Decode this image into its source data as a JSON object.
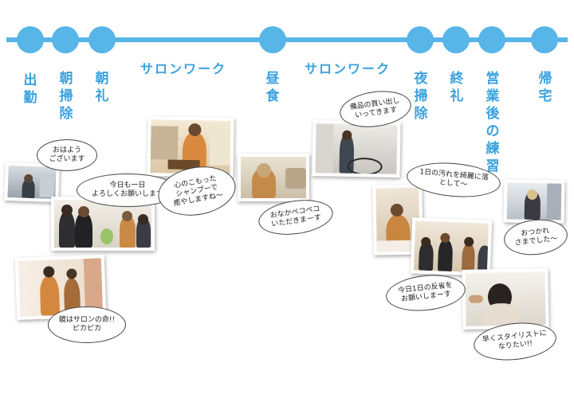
{
  "timeline": {
    "labels": {
      "shukkin": "出勤",
      "asa_souji": "朝掃除",
      "chourei": "朝礼",
      "salon_work_1": "サロンワーク",
      "chuushoku": "昼食",
      "salon_work_2": "サロンワーク",
      "yoru_souji": "夜掃除",
      "shuurei": "終礼",
      "renshuu": "営業後の練習",
      "kitaku": "帰宅"
    },
    "color": "#57b5e8",
    "label_color": "#3aa2df"
  },
  "bubbles": {
    "ohayou": "おはよう\nございます",
    "kyoumo": "今日も一日\nよろしくお願いします",
    "kagami": "鏡はサロンの命!!\nピカピカ",
    "kokoro": "心のこもった\nシャンプーで\n癒やしますね〜",
    "onaka": "おなかペコペコ\nいただきまーす",
    "bihin": "備品の買い出し\nいってきます",
    "ichinichi": "1日の汚れを綺麗に落\nとして〜",
    "hansei": "今日1日の反省を\nお願いしまーす",
    "stylist": "早くスタイリストに\nなりたい!!",
    "otsukare": "おつかれ\nさまでした〜"
  }
}
